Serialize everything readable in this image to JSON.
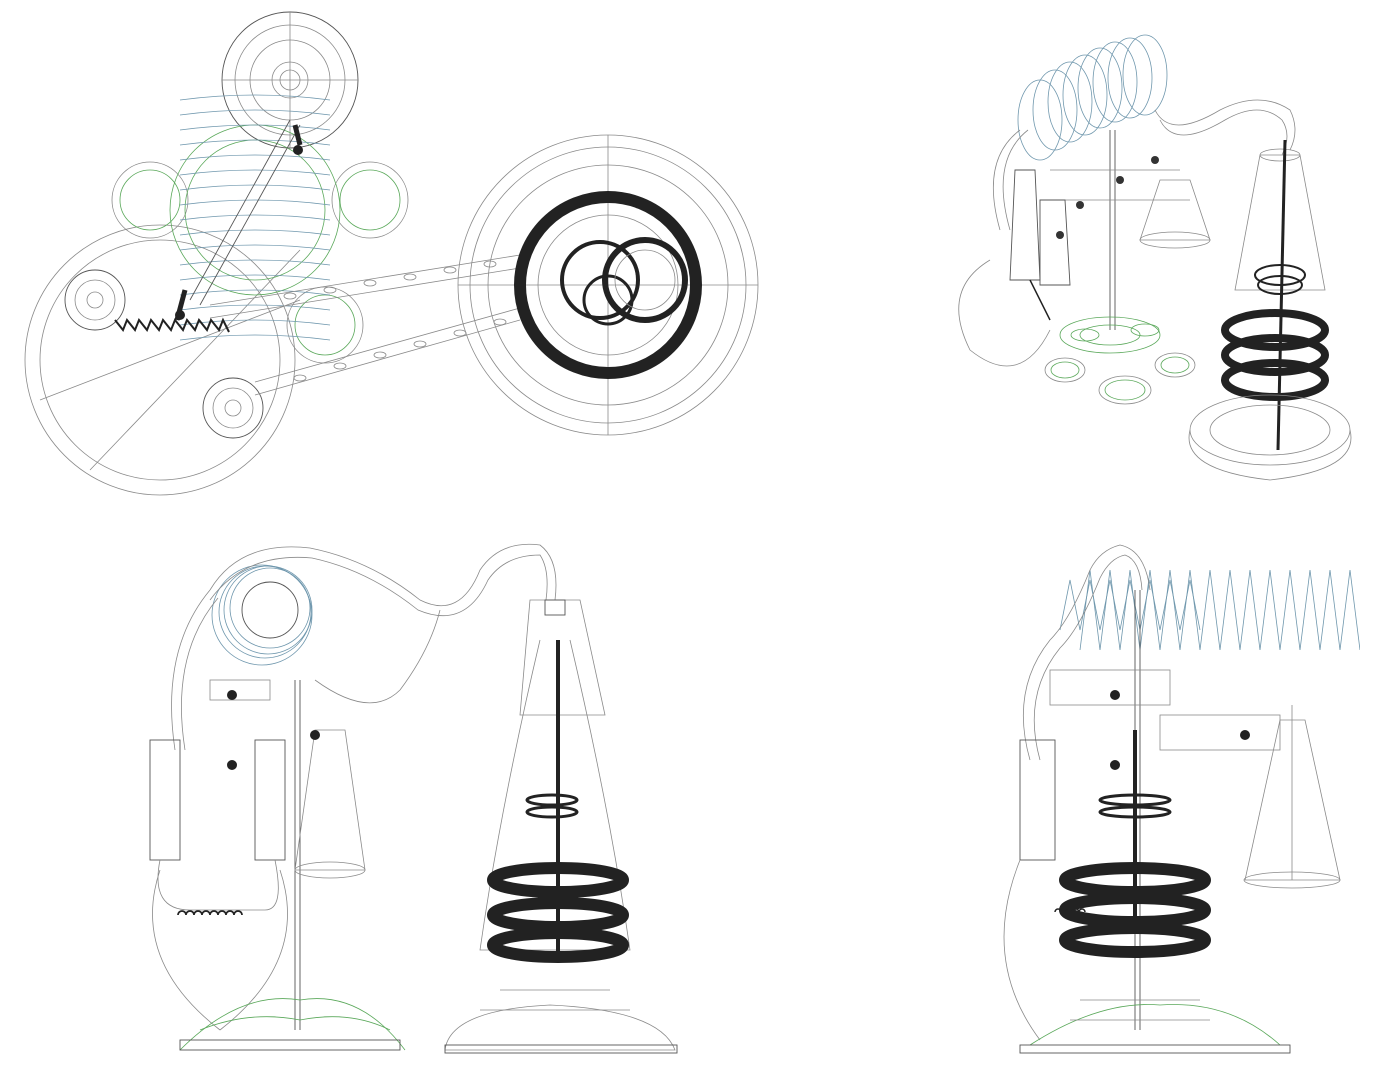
{
  "colors": {
    "background": "#ffffff",
    "wireframe": "#8a8a8a",
    "wireframe_dark": "#555555",
    "highlight_green": "#5aa85a",
    "coil_blue": "#6f97ad",
    "heavy_black": "#222222"
  },
  "viewports": [
    {
      "id": "top",
      "view": "top"
    },
    {
      "id": "perspective",
      "view": "perspective"
    },
    {
      "id": "front",
      "view": "front"
    },
    {
      "id": "side",
      "view": "side"
    }
  ]
}
